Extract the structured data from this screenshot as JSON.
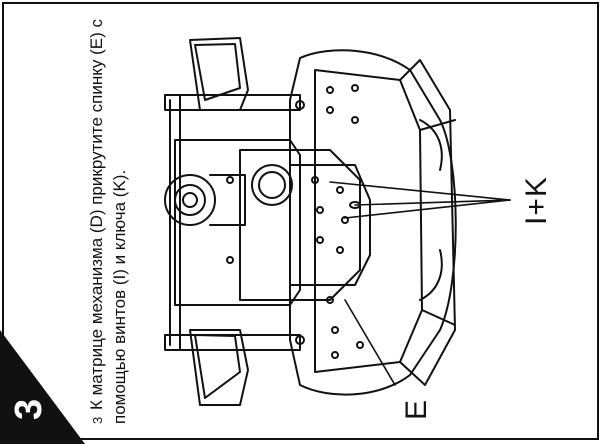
{
  "step": {
    "number": "3",
    "small_number": "3",
    "text": "К матрице механизма (D) прикрутите спинку (E) с помощью винтов (I) и ключа (K)."
  },
  "labels": {
    "screws_key": "I+K",
    "backrest": "E"
  },
  "colors": {
    "ink": "#111111",
    "badge": "#111111"
  }
}
